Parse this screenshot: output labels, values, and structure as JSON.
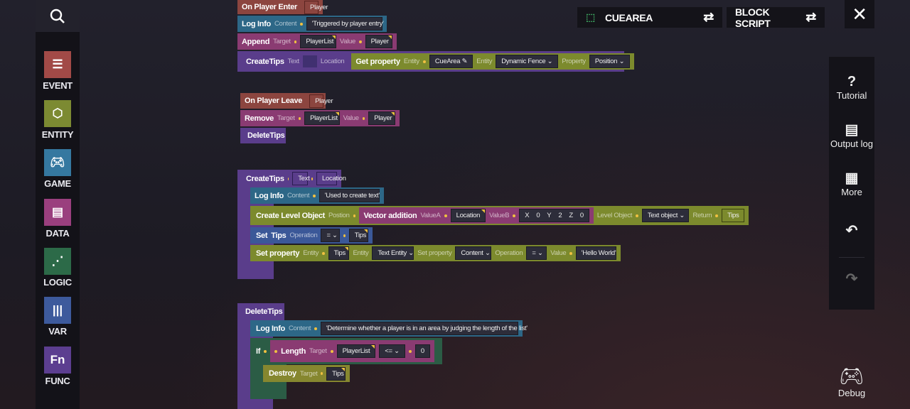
{
  "sidebar": {
    "items": [
      {
        "label": "EVENT",
        "icon": "event-icon",
        "color": "#a24a47"
      },
      {
        "label": "ENTITY",
        "icon": "entity-icon",
        "color": "#7c8a32"
      },
      {
        "label": "GAME",
        "icon": "gamepad-icon",
        "color": "#3578a0"
      },
      {
        "label": "DATA",
        "icon": "save-icon",
        "color": "#9a3f7e"
      },
      {
        "label": "LOGIC",
        "icon": "share-icon",
        "color": "#2c6a48"
      },
      {
        "label": "VAR",
        "icon": "bars-icon",
        "color": "#3d5a9c"
      },
      {
        "label": "FUNC",
        "icon": "function-icon",
        "color": "#5c3e90",
        "glyph": "Fn"
      }
    ]
  },
  "topbar": {
    "entity": "CUEAREA",
    "mode": "BLOCK SCRIPT"
  },
  "right": {
    "tutorial": "Tutorial",
    "output": "Output log",
    "more": "More",
    "debug": "Debug"
  },
  "g1": {
    "enter": "On Player Enter",
    "player": "Player",
    "log": "Log Info",
    "content": "Content",
    "msg1": "'Triggered by player entry'",
    "append": "Append",
    "target": "Target",
    "playerlist": "PlayerList",
    "value": "Value",
    "createtips": "CreateTips",
    "text": "Text",
    "location": "Location",
    "getprop": "Get property",
    "entity": "Entity",
    "cuearea": "CueArea",
    "fence": "Dynamic Fence",
    "property": "Property",
    "position": "Position"
  },
  "g2": {
    "leave": "On Player Leave",
    "remove": "Remove",
    "deletetips": "DeleteTips"
  },
  "g3": {
    "msg": "'Used to create text'",
    "clo": "Create Level Object",
    "postion": "Postion",
    "vadd": "Vector addition",
    "valuea": "ValueA",
    "valueb": "ValueB",
    "x": "X",
    "xv": "0",
    "y": "Y",
    "yv": "2",
    "z": "Z",
    "zv": "0",
    "levelobj": "Level Object",
    "textobj": "Text object",
    "ret": "Return",
    "tips": "Tips",
    "set": "Set",
    "operation": "Operation",
    "eq": "=",
    "setprop": "Set property",
    "textentity": "Text Entity",
    "contentopt": "Content",
    "hello": "'Hello World'"
  },
  "g4": {
    "msg": "'Determine whether a player is in an area by judging the length of the list'",
    "if": "If",
    "length": "Length",
    "le": "<=",
    "zero": "0",
    "destroy": "Destroy"
  }
}
